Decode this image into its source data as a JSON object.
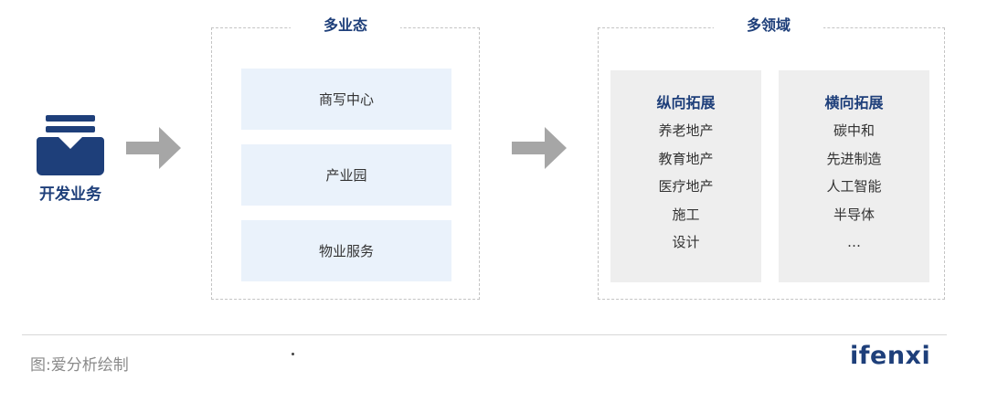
{
  "colors": {
    "accent": "#1e3f7a",
    "arrow": "#a6a6a6",
    "box_blue": "#eaf2fb",
    "box_grey": "#eeeeee"
  },
  "left": {
    "label": "开发业务",
    "icon": "inbox-tray-icon"
  },
  "business": {
    "title": "多业态",
    "items": [
      "商写中心",
      "产业园",
      "物业服务"
    ]
  },
  "domains": {
    "title": "多领域",
    "vertical": {
      "heading": "纵向拓展",
      "items": [
        "养老地产",
        "教育地产",
        "医疗地产",
        "施工",
        "设计"
      ]
    },
    "horizontal": {
      "heading": "横向拓展",
      "items": [
        "碳中和",
        "先进制造",
        "人工智能",
        "半导体",
        "…"
      ]
    }
  },
  "footer": {
    "source": "图:爱分析绘制",
    "logo": "ifenxi"
  }
}
